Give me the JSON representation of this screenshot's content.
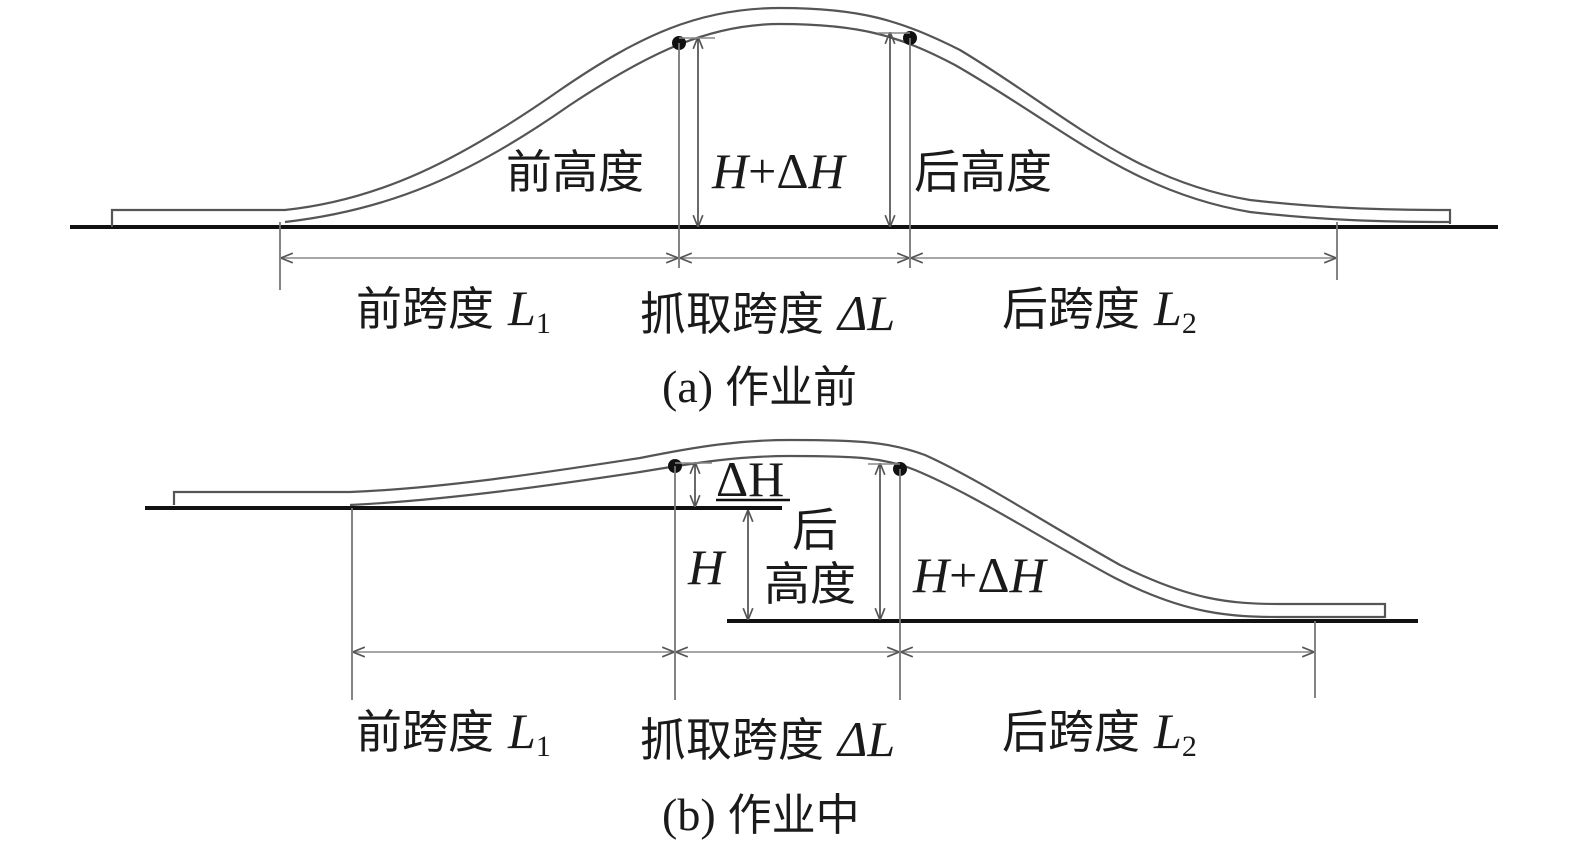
{
  "panel_a": {
    "label_front_height": "前高度",
    "label_rear_height": "后高度",
    "label_h_plus_dh": {
      "H": "H",
      "plus": "+",
      "delta": "Δ",
      "H2": "H"
    },
    "label_front_span": "前跨度",
    "label_front_span_var": "L",
    "label_front_span_sub": "1",
    "label_grab_span": "抓取跨度",
    "label_grab_span_var": "ΔL",
    "label_rear_span": "后跨度",
    "label_rear_span_var": "L",
    "label_rear_span_sub": "2",
    "caption_prefix": "(a)",
    "caption_text": "作业前"
  },
  "panel_b": {
    "label_dh": "ΔH",
    "label_h": "H",
    "label_rear_height_line1": "后",
    "label_rear_height_line2": "高度",
    "label_h_plus_dh": {
      "H": "H",
      "plus": "+",
      "delta": "Δ",
      "H2": "H"
    },
    "label_front_span": "前跨度",
    "label_front_span_var": "L",
    "label_front_span_sub": "1",
    "label_grab_span": "抓取跨度",
    "label_grab_span_var": "ΔL",
    "label_rear_span": "后跨度",
    "label_rear_span_var": "L",
    "label_rear_span_sub": "2",
    "caption_prefix": "(b)",
    "caption_text": "作业中"
  }
}
